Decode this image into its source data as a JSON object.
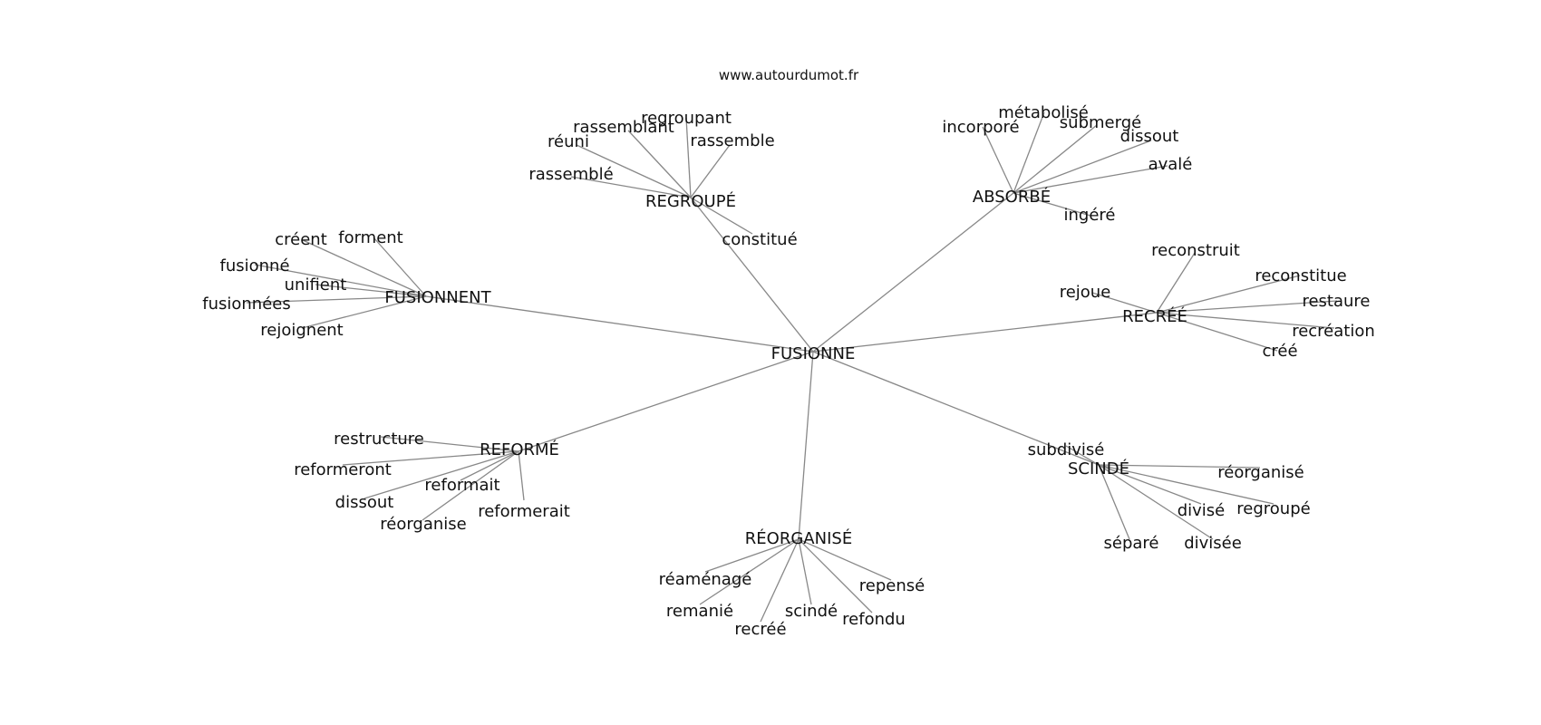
{
  "site": "www.autourdumot.fr",
  "colors": {
    "edge": "#888888",
    "text": "#111111",
    "background": "#ffffff"
  },
  "graph": {
    "root": "FUSIONNE",
    "clusters": [
      {
        "hub": "REGROUPÉ",
        "leaves": [
          "regroupant",
          "rassemblant",
          "réuni",
          "rassemble",
          "rassemblé",
          "constitué"
        ]
      },
      {
        "hub": "ABSORBÉ",
        "leaves": [
          "métabolisé",
          "incorporé",
          "submergé",
          "dissout",
          "avalé",
          "ingéré"
        ]
      },
      {
        "hub": "FUSIONNENT",
        "leaves": [
          "créent",
          "forment",
          "fusionné",
          "unifient",
          "fusionnées",
          "rejoignent"
        ]
      },
      {
        "hub": "RECRÉÉ",
        "leaves": [
          "reconstruit",
          "reconstitue",
          "rejoue",
          "restaure",
          "recréation",
          "créé"
        ]
      },
      {
        "hub": "REFORMÉ",
        "leaves": [
          "restructure",
          "reformeront",
          "reformait",
          "dissout",
          "réorganise",
          "reformerait"
        ]
      },
      {
        "hub": "SCINDÉ",
        "leaves": [
          "subdivisé",
          "réorganisé",
          "divisé",
          "regroupé",
          "séparé",
          "divisée"
        ]
      },
      {
        "hub": "RÉORGANISÉ",
        "leaves": [
          "réaménagé",
          "repensé",
          "remanié",
          "scindé",
          "recréé",
          "refondu"
        ]
      }
    ]
  }
}
